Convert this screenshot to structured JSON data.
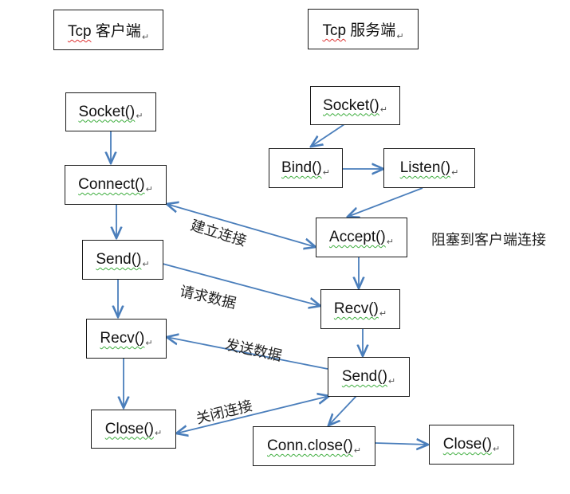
{
  "titles": {
    "client": {
      "tcp": "Tcp",
      "rest": " 客户端"
    },
    "server": {
      "tcp": "Tcp",
      "rest": " 服务端"
    }
  },
  "client": {
    "socket": "Socket()",
    "connect": "Connect()",
    "send": "Send()",
    "recv": "Recv()",
    "close": "Close()"
  },
  "server": {
    "socket": "Socket()",
    "bind": "Bind()",
    "listen": "Listen()",
    "accept": "Accept()",
    "recv": "Recv()",
    "send": "Send()",
    "conn_close": "Conn.close()",
    "close": "Close()"
  },
  "edge_labels": {
    "establish": "建立连接",
    "request": "请求数据",
    "send_data": "发送数据",
    "close_conn": "关闭连接"
  },
  "note": "阻塞到客户端连接",
  "para_mark": "↵",
  "colors": {
    "arrow": "#4a7ebb",
    "border": "#1a1a1a",
    "squiggle": "#3fae3f"
  }
}
